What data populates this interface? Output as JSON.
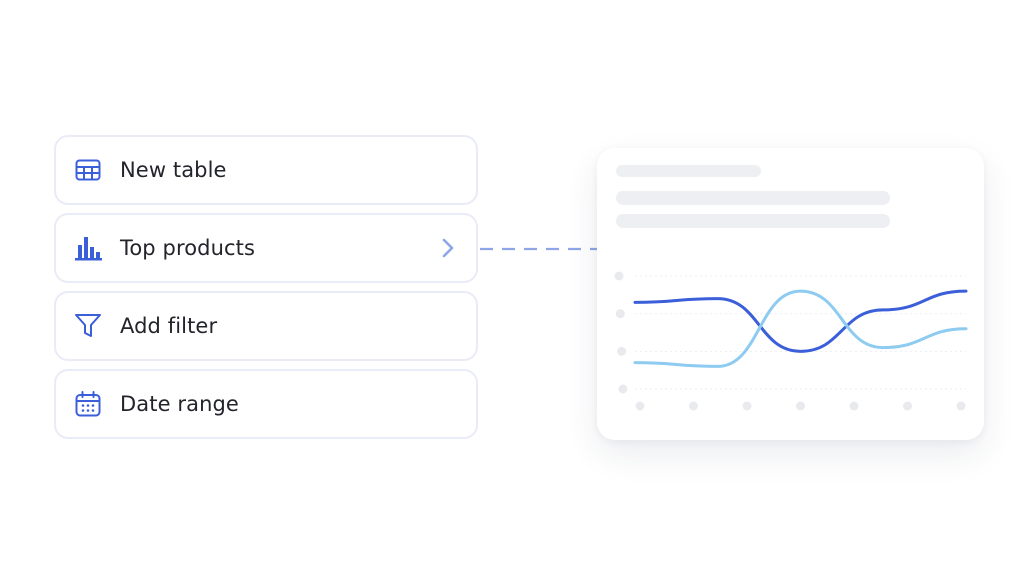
{
  "menu": {
    "items": [
      {
        "label": "New table",
        "icon": "table-icon"
      },
      {
        "label": "Top products",
        "icon": "bar-chart-icon",
        "selected": true
      },
      {
        "label": "Add filter",
        "icon": "filter-icon"
      },
      {
        "label": "Date range",
        "icon": "calendar-icon"
      }
    ]
  },
  "colors": {
    "accent": "#3b5fd9",
    "accent_light": "#8dcbf0",
    "border": "#e9ebf7",
    "skeleton": "#eeeff3",
    "text": "#23242b",
    "connector": "#8ea6e8"
  },
  "chart_data": {
    "type": "line",
    "title": "",
    "xlabel": "",
    "ylabel": "",
    "x": [
      0,
      1,
      2,
      3,
      4,
      5,
      6
    ],
    "ylim": [
      0,
      3
    ],
    "grid": true,
    "series": [
      {
        "color": "#3b5fd9",
        "values": [
          2.3,
          2.4,
          1.0,
          2.1,
          2.6
        ]
      },
      {
        "color": "#8dcbf0",
        "values": [
          0.7,
          0.6,
          2.6,
          1.1,
          1.6
        ]
      }
    ]
  }
}
